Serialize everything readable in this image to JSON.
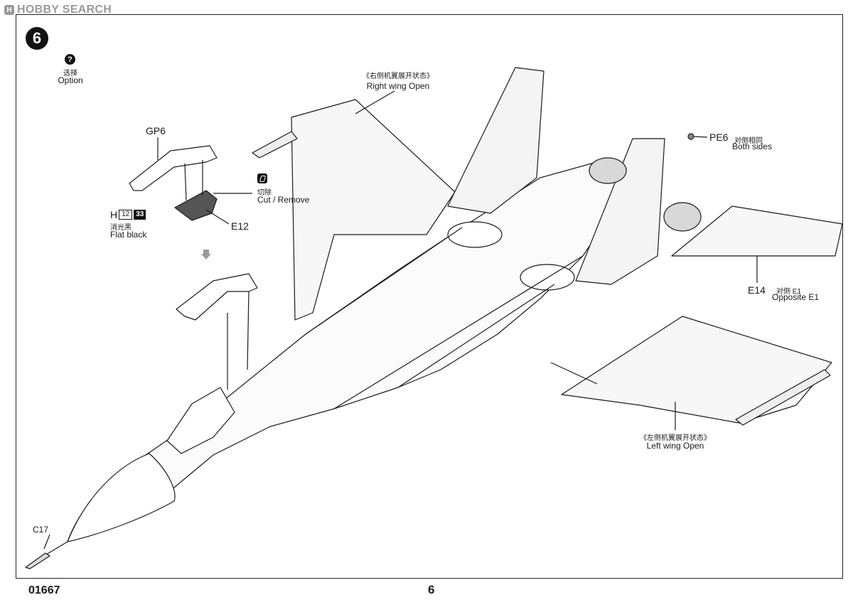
{
  "watermark": {
    "logo": "H",
    "text": "HOBBY SEARCH"
  },
  "step_number": "6",
  "option": {
    "icon": "?",
    "zh": "选择",
    "en": "Option"
  },
  "parts": {
    "gp6": "GP6",
    "e12": "E12",
    "c17": "C17",
    "e14": "E14",
    "e14_zh": "对侧 E1",
    "e14_en": "Opposite E1",
    "pe6": "PE6",
    "pe6_zh": "对侧相同",
    "pe6_en": "Both sides"
  },
  "cut": {
    "zh": "切除",
    "en": "Cut / Remove"
  },
  "paint": {
    "prefix": "H",
    "code1": "12",
    "code2": "33",
    "zh": "消光黑",
    "en": "Flat black"
  },
  "right_wing": {
    "zh": "《右侧机翼展开状态》",
    "en": "Right wing Open"
  },
  "left_wing": {
    "zh": "《左侧机翼展开状态》",
    "en": "Left wing Open"
  },
  "footer": {
    "code": "01667",
    "page": "6"
  }
}
